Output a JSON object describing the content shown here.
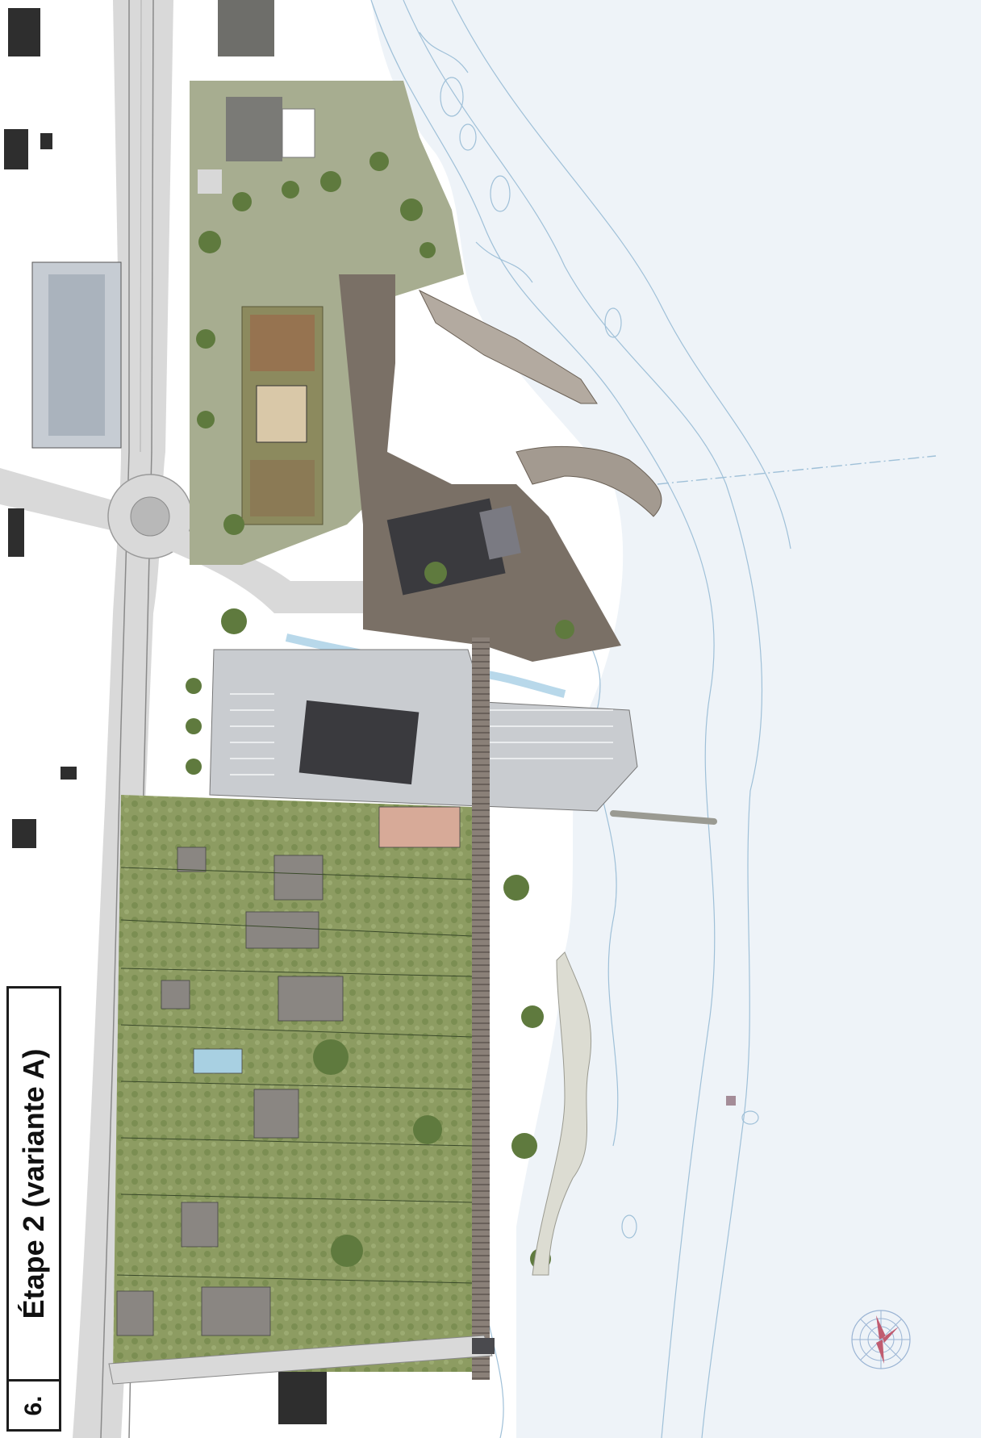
{
  "sheet": {
    "title_number": "6.",
    "title_main": "Étape 2",
    "title_variant": "(variante A)"
  },
  "colors": {
    "water": "#eef3f8",
    "water_contour": "#9fc0d8",
    "land": "#ffffff",
    "building_outline": "#2e2e2e",
    "road": "#d9d9d9",
    "park_lawn": "#a7ad90",
    "sports_field": "#8c8a5e",
    "plaza": "#7a7066",
    "parking": "#c9ccd0",
    "garden": "#8d9c62",
    "trees": "#5f7a3e",
    "new_building": "#3a3a3e",
    "creek": "#b8d8ea"
  },
  "icons": [
    "compass-rose-icon"
  ]
}
